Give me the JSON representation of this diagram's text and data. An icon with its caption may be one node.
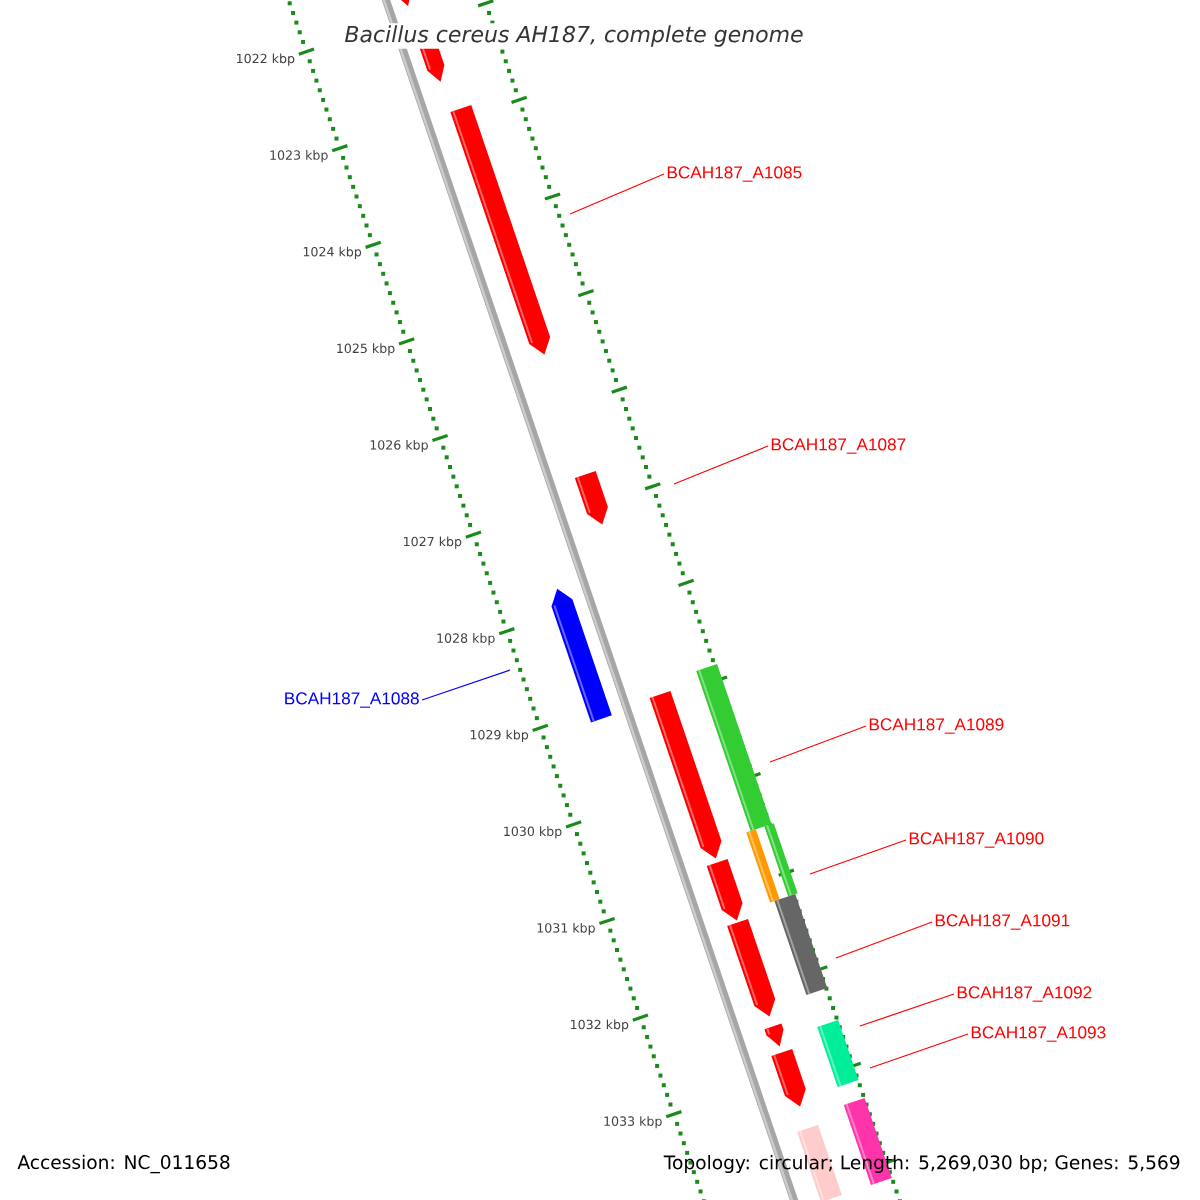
{
  "diagram": {
    "title": "Bacillus cereus AH187, complete genome",
    "nodes": [
      {
        "text": [
          "BCAH187_A1085"
        ]
      },
      {
        "text": [
          "BCAH187_A1087"
        ]
      },
      {
        "text": [
          "BCAH187_A1088"
        ]
      },
      {
        "text": [
          "BCAH187_A1089"
        ]
      },
      {
        "text": [
          "BCAH187_A1090"
        ]
      },
      {
        "text": [
          "BCAH187_A1091"
        ]
      },
      {
        "text": [
          "BCAH187_A1092"
        ]
      },
      {
        "text": [
          "BCAH187_A1093"
        ]
      }
    ],
    "edges": [
      {
        "from": 0,
        "to": null,
        "arrow": "none"
      },
      {
        "from": 1,
        "to": null,
        "arrow": "none"
      },
      {
        "from": 2,
        "to": null,
        "arrow": "none",
        "color": "#0000ff"
      },
      {
        "from": 3,
        "to": null,
        "arrow": "none"
      },
      {
        "from": 4,
        "to": null,
        "arrow": "none"
      },
      {
        "from": 5,
        "to": null,
        "arrow": "none"
      },
      {
        "from": 6,
        "to": null,
        "arrow": "none"
      },
      {
        "from": 7,
        "to": null,
        "arrow": "none"
      }
    ],
    "labels": [
      "1022 kbp",
      "1023 kbp",
      "1024 kbp",
      "1025 kbp",
      "1026 kbp",
      "1027 kbp",
      "1028 kbp",
      "1029 kbp",
      "1030 kbp",
      "1031 kbp",
      "1032 kbp",
      "1033 kbp",
      "Accession: NC_011658",
      "Topology: circular; Length: 5,269,030 bp; Genes: 5,569"
    ]
  }
}
